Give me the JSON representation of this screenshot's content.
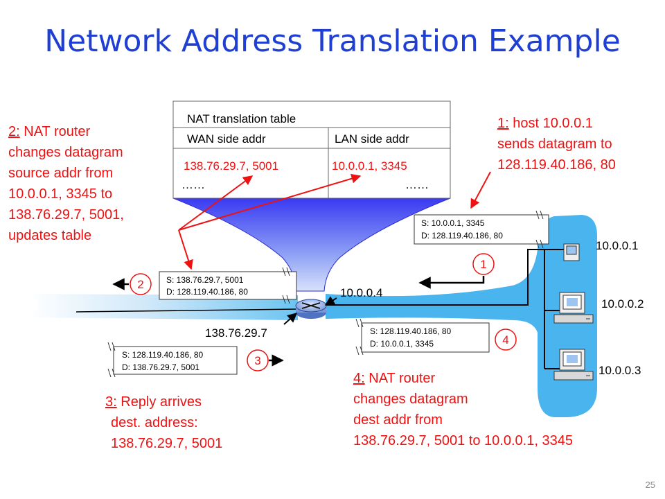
{
  "title": "Network Address Translation Example",
  "table": {
    "title": "NAT translation table",
    "wan_header": "WAN side addr",
    "lan_header": "LAN side addr",
    "wan_entry": "138.76.29.7, 5001",
    "lan_entry": "10.0.0.1, 3345",
    "wan_more": "……",
    "lan_more": "……"
  },
  "step1": {
    "num": "1:",
    "line1": " host 10.0.0.1",
    "line2": "sends datagram to",
    "line3": "128.119.40.186, 80"
  },
  "step2": {
    "num": "2:",
    "line1": " NAT router",
    "line2": "changes datagram",
    "line3": "source addr from",
    "line4": "10.0.0.1, 3345 to",
    "line5": "138.76.29.7, 5001,",
    "line6": "updates table"
  },
  "step3": {
    "num": "3:",
    "line1": " Reply arrives",
    "line2": "dest. address:",
    "line3": "138.76.29.7, 5001"
  },
  "step4": {
    "num": "4:",
    "line1": " NAT router",
    "line2": "changes datagram",
    "line3": "dest addr from",
    "line4": "138.76.29.7, 5001 to 10.0.0.1, 3345"
  },
  "datagrams": {
    "d1": {
      "src": "S: 10.0.0.1, 3345",
      "dst": "D: 128.119.40.186, 80"
    },
    "d2": {
      "src": "S: 138.76.29.7, 5001",
      "dst": "D: 128.119.40.186, 80"
    },
    "d3": {
      "src": "S: 128.119.40.186, 80",
      "dst": "D: 138.76.29.7, 5001"
    },
    "d4": {
      "src": "S: 128.119.40.186, 80",
      "dst": "D: 10.0.0.1, 3345"
    }
  },
  "circles": {
    "c1": "1",
    "c2": "2",
    "c3": "3",
    "c4": "4"
  },
  "addresses": {
    "lan_router": "10.0.0.4",
    "wan_router": "138.76.29.7",
    "host1": "10.0.0.1",
    "host2": "10.0.0.2",
    "host3": "10.0.0.3"
  },
  "page_number": "25",
  "colors": {
    "title": "#1f3fd2",
    "annotation": "#ee1111",
    "network": "#4ab4ee"
  }
}
